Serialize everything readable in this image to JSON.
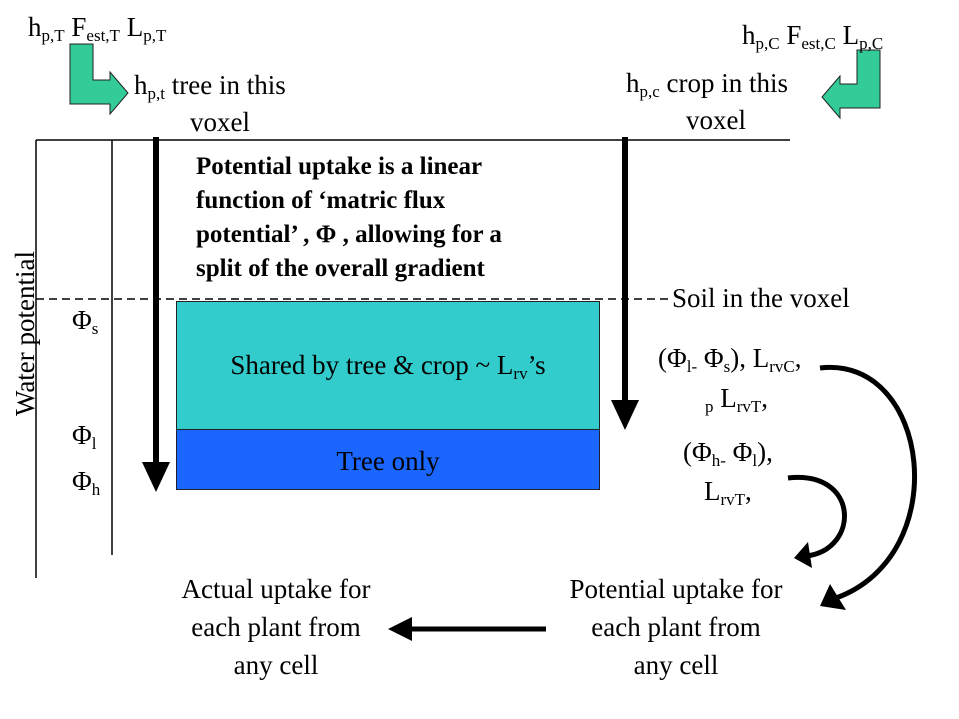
{
  "tree_header": {
    "h": "h",
    "h_sub": "p,T",
    "f": "F",
    "f_sub": "est,T",
    "l": "L",
    "l_sub": "p,T"
  },
  "crop_header": {
    "h": "h",
    "h_sub": "p,C",
    "f": "F",
    "f_sub": "est,C",
    "l": "L",
    "l_sub": "p,C"
  },
  "tree_voxel": {
    "h": "h",
    "h_sub": "p,t",
    "line1_rest": "tree in this",
    "line2": "voxel"
  },
  "crop_voxel": {
    "h": "h",
    "h_sub": "p,c",
    "line1_rest": "crop in this",
    "line2": "voxel"
  },
  "bold_note": {
    "line1": "Potential uptake is a linear",
    "line2": "function of ‘matric flux",
    "line3": "potential’ , Φ , allowing for a",
    "line4": "split of the overall gradient"
  },
  "soil_label": "Soil in the voxel",
  "y_axis_label": "Water potential",
  "phi_s": {
    "sym": "Φ",
    "sub": "s"
  },
  "phi_l": {
    "sym": "Φ",
    "sub": "l"
  },
  "phi_h": {
    "sym": "Φ",
    "sub": "h"
  },
  "shared_box": {
    "text": "Shared by tree & crop ~ L",
    "sub": "rv",
    "suffix": "’s"
  },
  "tree_box": {
    "text": "Tree only"
  },
  "formula1": {
    "open": "(Φ",
    "a_sub": "l-",
    "mid": " Φ",
    "b_sub": "s",
    "close": "), L",
    "c_sub": "rvC",
    "comma": ",",
    "line2_sub": "p",
    "line2_l": " L",
    "line2_l_sub": "rvT",
    "line2_end": ","
  },
  "formula2": {
    "open": "(Φ",
    "a_sub": "h-",
    "mid": " Φ",
    "b_sub": "l",
    "close": "),",
    "line2_l": "L",
    "line2_l_sub": "rvT",
    "line2_end": ","
  },
  "actual_uptake": {
    "line1": "Actual uptake for",
    "line2": "each plant from",
    "line3": "any cell"
  },
  "potential_uptake": {
    "line1": "Potential uptake for",
    "line2": "each plant from",
    "line3": "any cell"
  },
  "colors": {
    "shared": "#33cccc",
    "tree_only": "#1a66ff",
    "green_arrow": "#33cc99"
  }
}
